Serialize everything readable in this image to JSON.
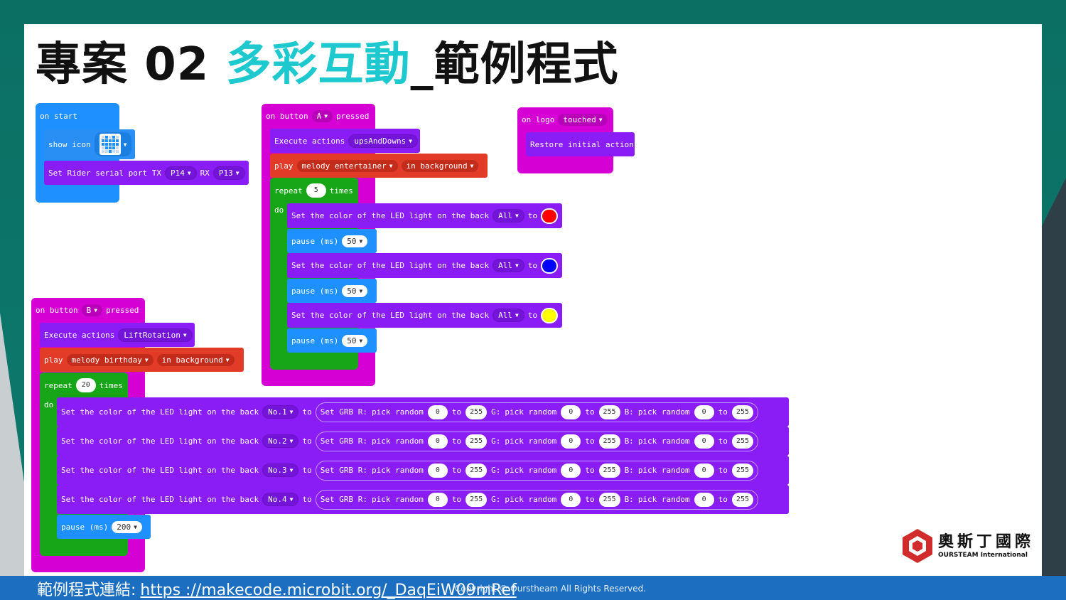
{
  "title": {
    "part1": "專案 02 ",
    "part2": "多彩互動",
    "part3": "_範例程式"
  },
  "footer": {
    "label": "範例程式連結:",
    "link": "https ://makecode.microbit.org/_DaqEiW09mRef",
    "copyright": "Copyright © Ourstheam All Rights Reserved."
  },
  "logo": {
    "cn": "奧斯丁國際",
    "en": "OURSTEAM International"
  },
  "on_start": {
    "hat": "on start",
    "show_icon": "show icon",
    "serial": {
      "label": "Set Rider serial port TX",
      "tx": "P14",
      "rx_label": "RX",
      "rx": "P13"
    }
  },
  "button_a": {
    "hat": {
      "on": "on button",
      "btn": "A",
      "pressed": "pressed"
    },
    "execute": {
      "label": "Execute actions",
      "value": "upsAndDowns"
    },
    "play": {
      "label": "play",
      "melody": "melody entertainer",
      "bg": "in background"
    },
    "repeat": {
      "label": "repeat",
      "count": "5",
      "times": "times",
      "do": "do"
    },
    "steps": [
      {
        "led": "Set the color of the LED light on the back",
        "target": "All",
        "to": "to",
        "color": "#ff0000",
        "pause": "pause (ms)",
        "ms": "50"
      },
      {
        "led": "Set the color of the LED light on the back",
        "target": "All",
        "to": "to",
        "color": "#0000ff",
        "pause": "pause (ms)",
        "ms": "50"
      },
      {
        "led": "Set the color of the LED light on the back",
        "target": "All",
        "to": "to",
        "color": "#ffff00",
        "pause": "pause (ms)",
        "ms": "50"
      }
    ]
  },
  "logo_touch": {
    "hat": {
      "on": "on logo",
      "event": "touched"
    },
    "restore": "Restore initial action"
  },
  "button_b": {
    "hat": {
      "on": "on button",
      "btn": "B",
      "pressed": "pressed"
    },
    "execute": {
      "label": "Execute actions",
      "value": "LiftRotation"
    },
    "play": {
      "label": "play",
      "melody": "melody birthday",
      "bg": "in background"
    },
    "repeat": {
      "label": "repeat",
      "count": "20",
      "times": "times",
      "do": "do"
    },
    "rows": [
      {
        "led": "Set the color of the LED light on the back",
        "target": "No.1",
        "to": "to"
      },
      {
        "led": "Set the color of the LED light on the back",
        "target": "No.2",
        "to": "to"
      },
      {
        "led": "Set the color of the LED light on the back",
        "target": "No.3",
        "to": "to"
      },
      {
        "led": "Set the color of the LED light on the back",
        "target": "No.4",
        "to": "to"
      }
    ],
    "grb": {
      "label": "Set GRB R:",
      "pick": "pick random",
      "min": "0",
      "to": "to",
      "max": "255",
      "g": "G:",
      "b": "B:"
    },
    "pause": {
      "label": "pause (ms)",
      "ms": "200"
    }
  }
}
